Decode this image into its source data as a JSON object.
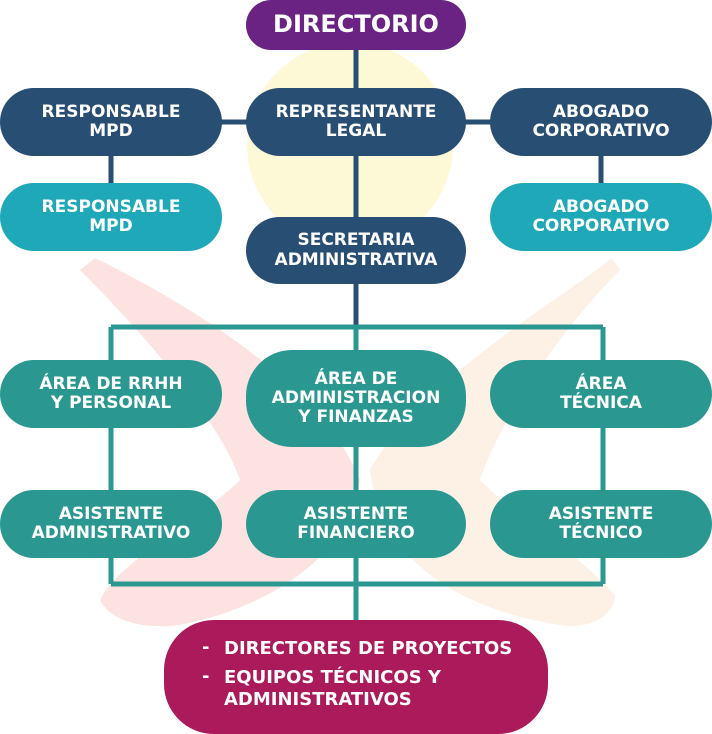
{
  "colors": {
    "purple": "#6a2383",
    "navy": "#284f73",
    "cyan": "#1fa9b8",
    "teal": "#2a9791",
    "magenta": "#ab1a5a",
    "connector_navy": "#284f73",
    "connector_teal": "#2a9791"
  },
  "org": {
    "top": "DIRECTORIO",
    "row1": {
      "left": "RESPONSABLE\nMPD",
      "center": "REPRESENTANTE\nLEGAL",
      "right": "ABOGADO\nCORPORATIVO"
    },
    "row2": {
      "left": "RESPONSABLE\nMPD",
      "right": "ABOGADO\nCORPORATIVO"
    },
    "secretaria": "SECRETARIA\nADMINISTRATIVA",
    "areas": {
      "left": "ÁREA DE RRHH\nY PERSONAL",
      "center": "ÁREA DE\nADMINISTRACION\nY FINANZAS",
      "right": "ÁREA\nTÉCNICA"
    },
    "assistants": {
      "left": "ASISTENTE\nADMNISTRATIVO",
      "center": "ASISTENTE\nFINANCIERO",
      "right": "ASISTENTE\nTÉCNICO"
    },
    "bottom": {
      "bullet": "-",
      "items": [
        "DIRECTORES DE PROYECTOS",
        "EQUIPOS TÉCNICOS Y\nADMINISTRATIVOS"
      ]
    }
  }
}
